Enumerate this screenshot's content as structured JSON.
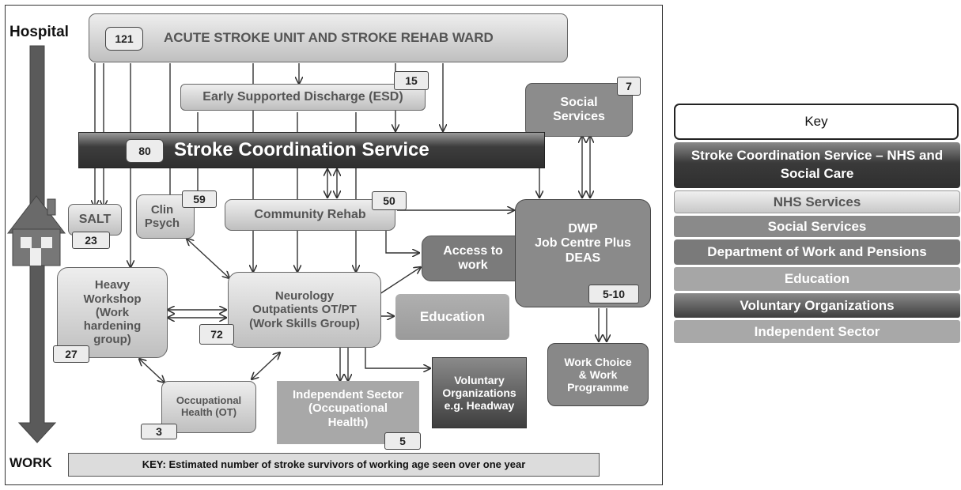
{
  "diagram": {
    "side_labels": {
      "top": "Hospital",
      "bottom": "WORK"
    },
    "nodes": {
      "acute": {
        "label": "ACUTE STROKE UNIT AND STROKE REHAB WARD",
        "count": "121"
      },
      "esd": {
        "label": "Early Supported Discharge (ESD)",
        "count": "15"
      },
      "social": {
        "label": "Social Services",
        "count": "7"
      },
      "coord": {
        "label": "Stroke   Coordination   Service",
        "count": "80"
      },
      "salt": {
        "label": "SALT",
        "count": "23"
      },
      "clin": {
        "label": "Clin Psych",
        "count": "59"
      },
      "community": {
        "label": "Community Rehab",
        "count": "50"
      },
      "access": {
        "label": "Access to work"
      },
      "dwp": {
        "label_lines": [
          "DWP",
          "Job Centre Plus",
          "DEAS"
        ],
        "count": "5-10"
      },
      "workshop": {
        "label": "Heavy Workshop (Work hardening group)",
        "count": "27"
      },
      "neuro": {
        "label": "Neurology Outpatients OT/PT (Work Skills Group)",
        "count": "72"
      },
      "education": {
        "label": "Education"
      },
      "occ": {
        "label": "Occupational Health (OT)",
        "count": "3"
      },
      "indep": {
        "label": "Independent Sector (Occupational Health)",
        "count": "5"
      },
      "vol": {
        "label": "Voluntary Organizations e.g. Headway"
      },
      "workchoice": {
        "label": "Work Choice & Work Programme"
      }
    },
    "footer_key": "KEY: Estimated number of stroke survivors of working age seen over one year"
  },
  "legend": {
    "title": "Key",
    "items": [
      {
        "label": "Stroke   Coordination   Service – NHS and Social Care"
      },
      {
        "label": "NHS Services"
      },
      {
        "label": "Social Services"
      },
      {
        "label": "Department of Work and Pensions"
      },
      {
        "label": "Education"
      },
      {
        "label": "Voluntary Organizations"
      },
      {
        "label": "Independent Sector"
      }
    ]
  },
  "colors": {
    "coordination": "#333333",
    "nhs": "#d9d9d9",
    "social": "#8c8c8c",
    "dwp": "#7a7a7a",
    "education": "#a6a6a6",
    "voluntary": "#404040",
    "independent": "#a8a8a8"
  }
}
